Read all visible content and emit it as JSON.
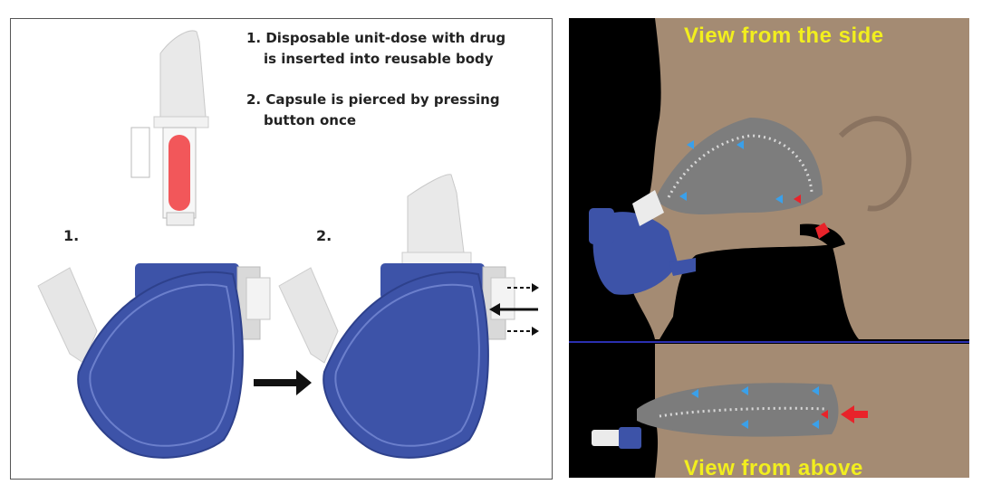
{
  "left_panel": {
    "instructions": [
      {
        "line1": "1. Disposable unit-dose with drug",
        "line2": "is inserted into reusable body"
      },
      {
        "line1": "2. Capsule is pierced by pressing",
        "line2": "button once"
      }
    ],
    "step_labels": [
      "1.",
      "2."
    ]
  },
  "right_panel": {
    "side_label": "View from the side",
    "above_label": "View from above"
  },
  "colors": {
    "device_blue": "#3d53a8",
    "nozzle_white": "#ebebeb",
    "capsule_red": "#f2575a",
    "skin": "#a48b73",
    "label_yellow": "#f2ef1e",
    "arrow_red": "#e8232a",
    "arrow_blue": "#3aa0ea"
  }
}
